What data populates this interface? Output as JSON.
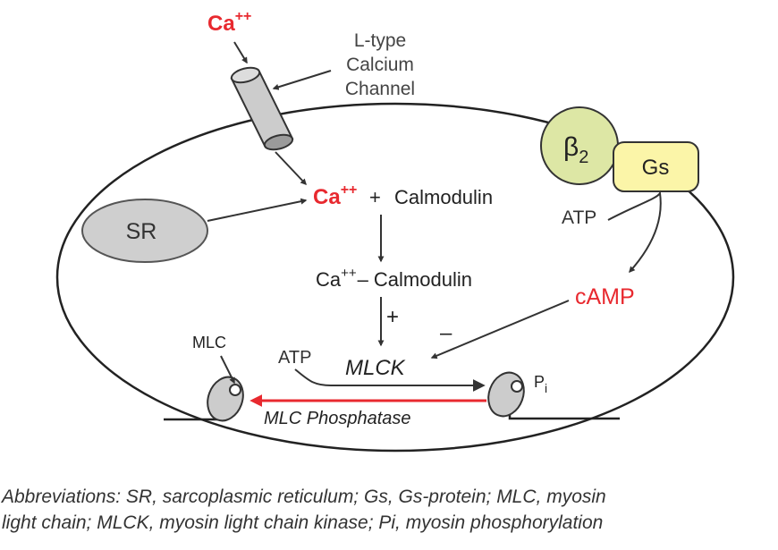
{
  "colors": {
    "ion_red": "#e8292f",
    "camp_red": "#e8292f",
    "phosphatase_arrow": "#e8292f",
    "line": "#333333",
    "receptor_fill": "#dde7a5",
    "gs_fill": "#fbf5a8",
    "sr_fill": "#cfcfcf",
    "channel_fill": "#cccccc"
  },
  "labels": {
    "ca_top": "Ca",
    "ca_top_sup": "++",
    "ltype_line1": "L-type",
    "ltype_line2": "Calcium",
    "ltype_line3": "Channel",
    "beta": "β",
    "beta_sub": "2",
    "gs": "Gs",
    "atp_gs": "ATP",
    "camp": "cAMP",
    "sr": "SR",
    "ca_mid": "Ca",
    "ca_mid_sup": "++",
    "plus_sign": "+",
    "calmodulin": "Calmodulin",
    "complex_ca": "Ca",
    "complex_sup": "++",
    "complex_dash": "–",
    "complex_calmodulin": "Calmodulin",
    "activation_sign": "+",
    "inhibition_sign": "–",
    "mlc": "MLC",
    "atp_mlck": "ATP",
    "mlck": "MLCK",
    "pi": "P",
    "pi_sub": "i",
    "phosphatase": "MLC Phosphatase"
  },
  "caption": {
    "line1": "Abbreviations: SR, sarcoplasmic reticulum; Gs, Gs-protein; MLC, myosin",
    "line2": "light chain; MLCK, myosin light chain kinase; Pi, myosin phosphorylation"
  }
}
